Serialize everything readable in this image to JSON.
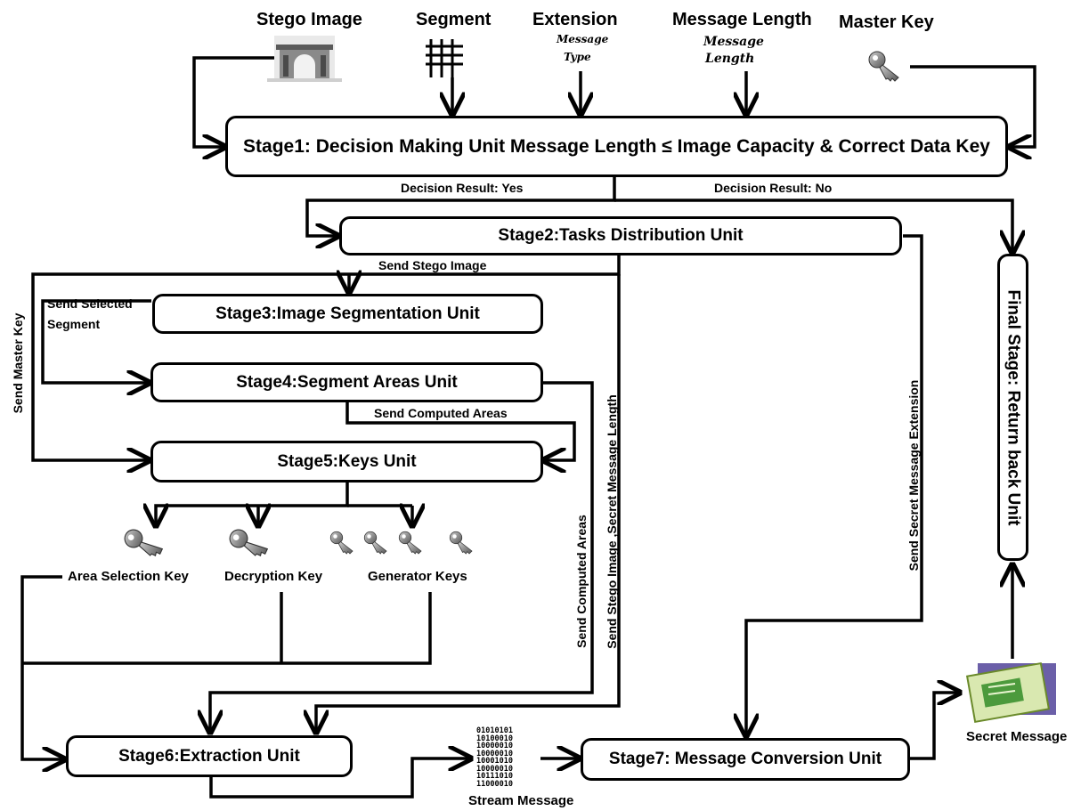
{
  "inputs": {
    "stego_image": "Stego Image",
    "segment": "Segment",
    "extension": "Extension",
    "extension_icon": [
      "Message",
      "Type"
    ],
    "message_length": "Message Length",
    "message_length_icon": [
      "Message",
      "Length"
    ],
    "master_key": "Master Key"
  },
  "stages": {
    "stage1": "Stage1: Decision Making Unit Message Length ≤ Image Capacity & Correct Data Key",
    "stage2": "Stage2:Tasks Distribution Unit",
    "stage3": "Stage3:Image Segmentation Unit",
    "stage4": "Stage4:Segment Areas Unit",
    "stage5": "Stage5:Keys Unit",
    "stage6": "Stage6:Extraction Unit",
    "stage7": "Stage7: Message Conversion Unit",
    "final": "Final Stage: Return back Unit"
  },
  "edges": {
    "decision_yes": "Decision Result: Yes",
    "decision_no": "Decision Result: No",
    "send_stego_image": "Send Stego Image",
    "send_selected_segment": [
      "Send Selected",
      "Segment"
    ],
    "send_master_key": "Send Master Key",
    "send_computed_areas_h": "Send Computed Areas",
    "send_computed_areas_v": "Send Computed Areas",
    "send_stego_length": "Send  Stego Image ,Secret Message Length",
    "send_extension": "Send  Secret Message Extension"
  },
  "keys": {
    "area_selection": "Area Selection Key",
    "decryption": "Decryption Key",
    "generator": "Generator Keys"
  },
  "outputs": {
    "stream_message": "Stream Message",
    "stream_bits": [
      "01010101",
      "10100010",
      "10000010",
      "10000010",
      "10001010",
      "10000010",
      "10111010",
      "11000010"
    ],
    "secret_message": "Secret Message"
  }
}
